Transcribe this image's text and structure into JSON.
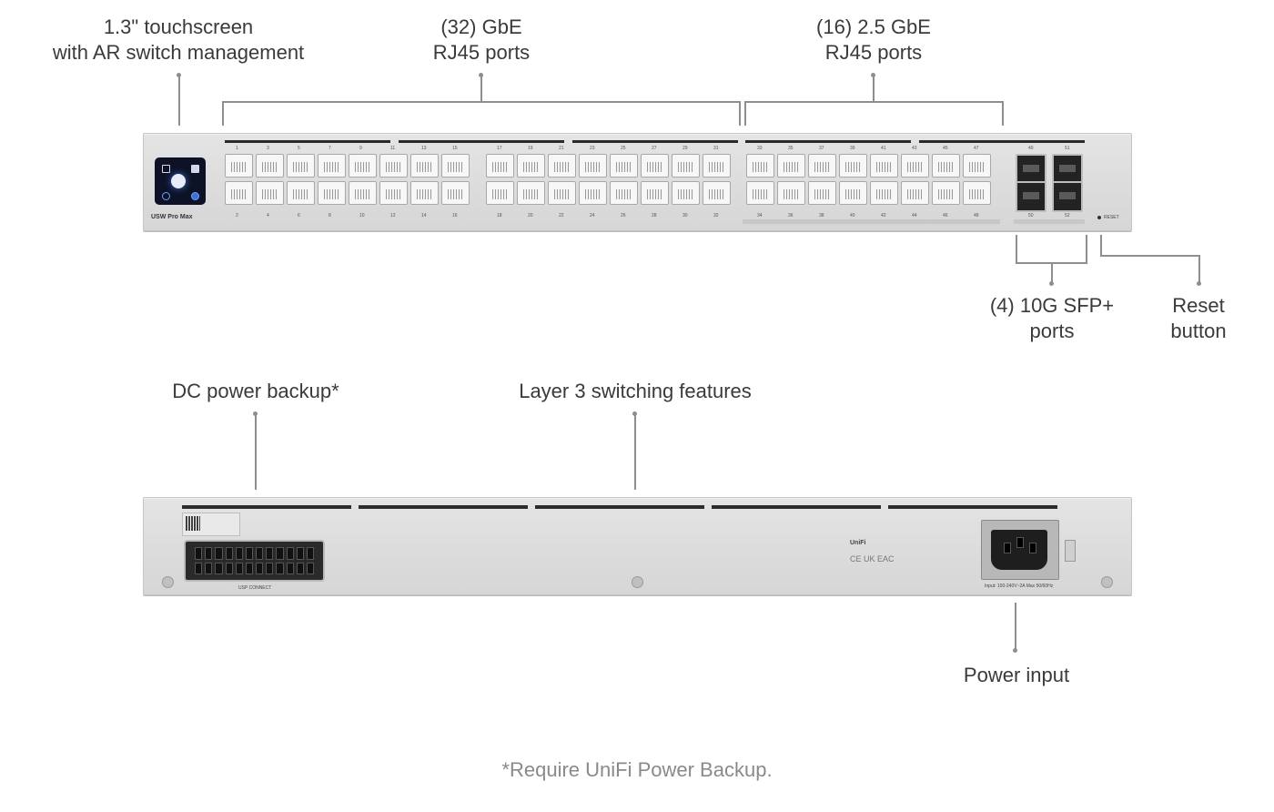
{
  "callouts": {
    "touchscreen": [
      "1.3\" touchscreen",
      "with AR switch management"
    ],
    "gbe": [
      "(32) GbE",
      "RJ45 ports"
    ],
    "gbe25": [
      "(16) 2.5 GbE",
      "RJ45 ports"
    ],
    "sfp": [
      "(4) 10G SFP+",
      "ports"
    ],
    "reset": [
      "Reset",
      "button"
    ],
    "dc_power": "DC power backup*",
    "layer3": "Layer 3 switching features",
    "power_input": "Power input"
  },
  "device": {
    "front_model": "USW Pro Max",
    "reset_label": "RESET",
    "odd_ports": [
      "1",
      "3",
      "5",
      "7",
      "9",
      "11",
      "13",
      "15",
      "17",
      "19",
      "21",
      "23",
      "25",
      "27",
      "29",
      "31",
      "33",
      "35",
      "37",
      "39",
      "41",
      "43",
      "45",
      "47",
      "49",
      "51"
    ],
    "even_ports": [
      "2",
      "4",
      "6",
      "8",
      "10",
      "12",
      "14",
      "16",
      "18",
      "20",
      "22",
      "24",
      "26",
      "28",
      "30",
      "32",
      "34",
      "36",
      "38",
      "40",
      "42",
      "44",
      "46",
      "48",
      "50",
      "52"
    ],
    "back_connector_label": "USP CONNECT",
    "back_input_label": "Input: 100-240V~2A Max 50/60Hz",
    "back_brand": "UniFi",
    "back_marks": "CE UK EAC"
  },
  "footnote": "*Require UniFi Power Backup."
}
